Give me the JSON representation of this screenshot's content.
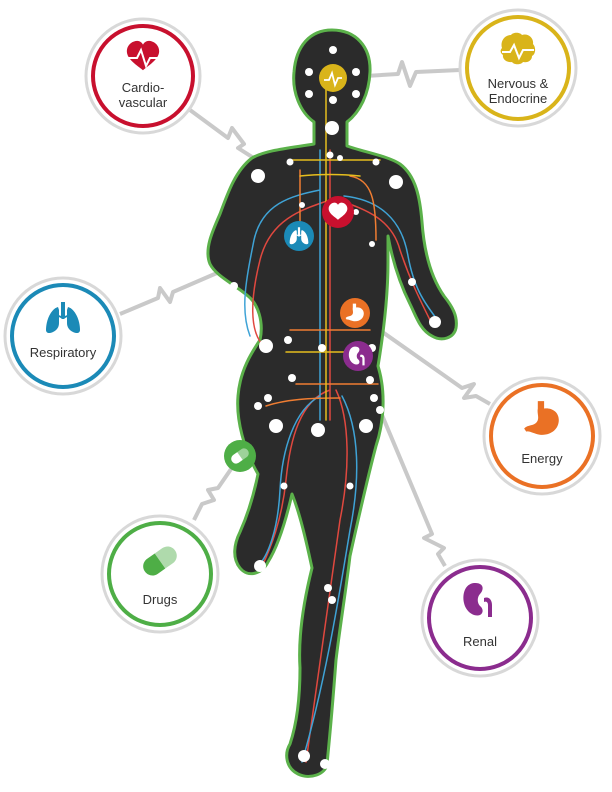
{
  "colors": {
    "background": "#ffffff",
    "body": "#2b2b2b",
    "outline": "#5bb14a",
    "connector": "#c6c6c6",
    "node": "#ffffff",
    "vessel_red": "#e0483f",
    "vessel_blue": "#3fa3d6",
    "vessel_orange": "#ef7d32",
    "vessel_yellow": "#e6be1e"
  },
  "systems": [
    {
      "key": "cardio",
      "lines": [
        "Cardio-",
        "vascular"
      ],
      "color": "#c8102e",
      "icon": "heart-pulse-icon"
    },
    {
      "key": "nervous",
      "lines": [
        "Nervous &",
        "Endocrine"
      ],
      "color": "#d9b41a",
      "icon": "brain-icon"
    },
    {
      "key": "respiratory",
      "lines": [
        "Respiratory"
      ],
      "color": "#1b8ab7",
      "icon": "lungs-icon"
    },
    {
      "key": "energy",
      "lines": [
        "Energy"
      ],
      "color": "#ea7125",
      "icon": "stomach-icon"
    },
    {
      "key": "drugs",
      "lines": [
        "Drugs"
      ],
      "color": "#4eae46",
      "icon": "pill-icon"
    },
    {
      "key": "renal",
      "lines": [
        "Renal"
      ],
      "color": "#8b2c8e",
      "icon": "kidney-icon"
    }
  ]
}
